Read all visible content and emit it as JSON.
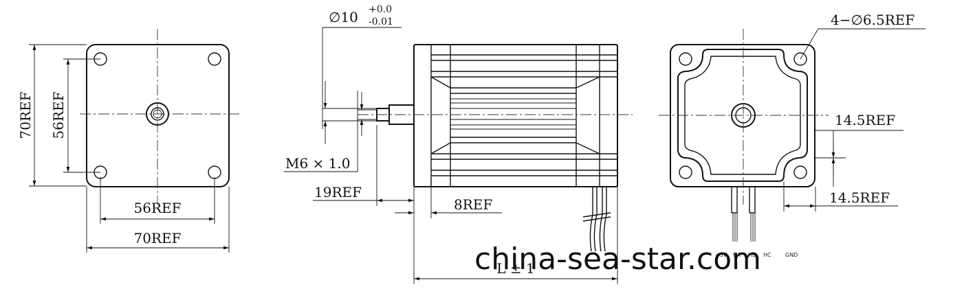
{
  "labels": {
    "left_height_outer": "70REF",
    "left_height_inner": "56REF",
    "left_width_inner": "56REF",
    "left_width_outer": "70REF",
    "shaft_diameter": "∅10",
    "shaft_tol_upper": "+0.0",
    "shaft_tol_lower": "-0.01",
    "thread": "M6 × 1.0",
    "shaft_length": "19REF",
    "boss_length": "8REF",
    "body_length": "L ± 1",
    "mount_holes": "4−∅6.5REF",
    "right_dim_a": "14.5REF",
    "right_dim_b": "14.5REF"
  },
  "wire_labels": [
    "+5V",
    "HA",
    "HB",
    "HC",
    "GND"
  ],
  "watermark": "china-sea-star.com"
}
